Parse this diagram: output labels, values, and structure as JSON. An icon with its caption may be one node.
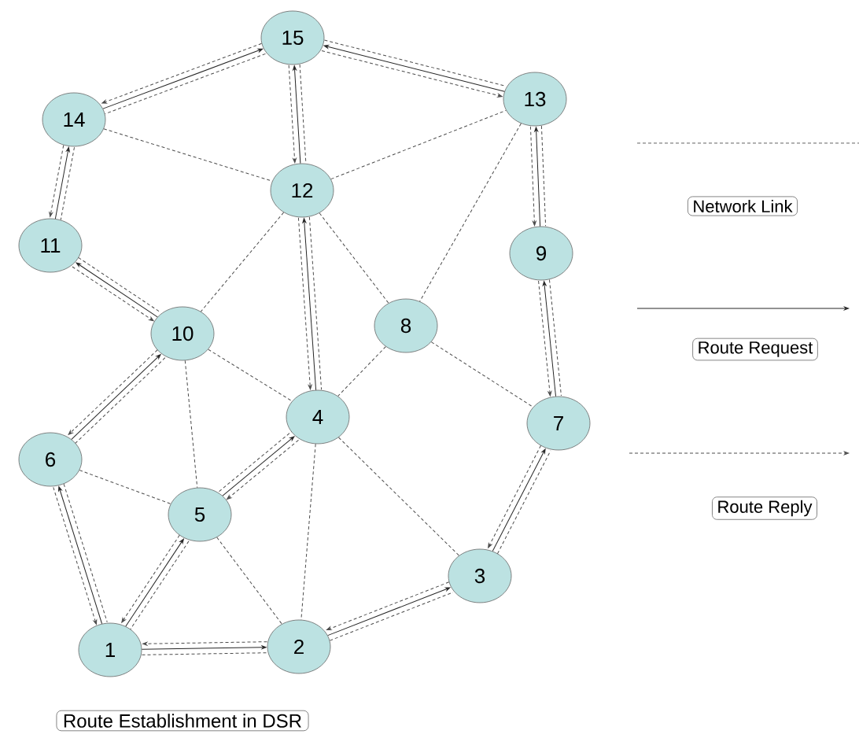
{
  "diagram": {
    "caption": "Route Establishment in DSR",
    "nodes": [
      {
        "text": [
          "1"
        ]
      },
      {
        "text": [
          "2"
        ]
      },
      {
        "text": [
          "3"
        ]
      },
      {
        "text": [
          "4"
        ]
      },
      {
        "text": [
          "5"
        ]
      },
      {
        "text": [
          "6"
        ]
      },
      {
        "text": [
          "7"
        ]
      },
      {
        "text": [
          "8"
        ]
      },
      {
        "text": [
          "9"
        ]
      },
      {
        "text": [
          "10"
        ]
      },
      {
        "text": [
          "11"
        ]
      },
      {
        "text": [
          "12"
        ]
      },
      {
        "text": [
          "13"
        ]
      },
      {
        "text": [
          "14"
        ]
      },
      {
        "text": [
          "15"
        ]
      }
    ],
    "edges": [
      {
        "from": 14,
        "to": 13,
        "arrow": "none",
        "style": "dashed"
      },
      {
        "from": 14,
        "to": 11,
        "arrow": "none",
        "style": "dashed"
      },
      {
        "from": 14,
        "to": 12,
        "arrow": "none",
        "style": "dashed"
      },
      {
        "from": 13,
        "to": 11,
        "arrow": "none",
        "style": "dashed"
      },
      {
        "from": 13,
        "to": 10,
        "arrow": "none",
        "style": "dashed"
      },
      {
        "from": 10,
        "to": 9,
        "arrow": "none",
        "style": "dashed"
      },
      {
        "from": 11,
        "to": 9,
        "arrow": "none",
        "style": "dashed"
      },
      {
        "from": 11,
        "to": 3,
        "arrow": "none",
        "style": "dashed"
      },
      {
        "from": 11,
        "to": 7,
        "arrow": "none",
        "style": "dashed"
      },
      {
        "from": 11,
        "to": 12,
        "arrow": "none",
        "style": "dashed"
      },
      {
        "from": 12,
        "to": 7,
        "arrow": "none",
        "style": "dashed"
      },
      {
        "from": 12,
        "to": 8,
        "arrow": "none",
        "style": "dashed"
      },
      {
        "from": 9,
        "to": 5,
        "arrow": "none",
        "style": "dashed"
      },
      {
        "from": 9,
        "to": 4,
        "arrow": "none",
        "style": "dashed"
      },
      {
        "from": 9,
        "to": 3,
        "arrow": "none",
        "style": "dashed"
      },
      {
        "from": 7,
        "to": 3,
        "arrow": "none",
        "style": "dashed"
      },
      {
        "from": 7,
        "to": 6,
        "arrow": "none",
        "style": "dashed"
      },
      {
        "from": 8,
        "to": 6,
        "arrow": "none",
        "style": "dashed"
      },
      {
        "from": 5,
        "to": 4,
        "arrow": "none",
        "style": "dashed"
      },
      {
        "from": 5,
        "to": 0,
        "arrow": "none",
        "style": "dashed"
      },
      {
        "from": 4,
        "to": 0,
        "arrow": "none",
        "style": "dashed"
      },
      {
        "from": 4,
        "to": 3,
        "arrow": "none",
        "style": "dashed"
      },
      {
        "from": 4,
        "to": 1,
        "arrow": "none",
        "style": "dashed"
      },
      {
        "from": 3,
        "to": 1,
        "arrow": "none",
        "style": "dashed"
      },
      {
        "from": 3,
        "to": 2,
        "arrow": "none",
        "style": "dashed"
      },
      {
        "from": 0,
        "to": 1,
        "arrow": "none",
        "style": "dashed"
      },
      {
        "from": 1,
        "to": 2,
        "arrow": "none",
        "style": "dashed"
      },
      {
        "from": 2,
        "to": 6,
        "arrow": "none",
        "style": "dashed"
      },
      {
        "from": 0,
        "to": 5,
        "arrow": "to"
      },
      {
        "from": 5,
        "to": 9,
        "arrow": "to"
      },
      {
        "from": 9,
        "to": 10,
        "arrow": "to"
      },
      {
        "from": 10,
        "to": 13,
        "arrow": "to"
      },
      {
        "from": 13,
        "to": 14,
        "arrow": "to"
      },
      {
        "from": 0,
        "to": 4,
        "arrow": "to"
      },
      {
        "from": 4,
        "to": 3,
        "arrow": "to"
      },
      {
        "from": 3,
        "to": 11,
        "arrow": "to"
      },
      {
        "from": 11,
        "to": 14,
        "arrow": "to"
      },
      {
        "from": 0,
        "to": 1,
        "arrow": "to"
      },
      {
        "from": 1,
        "to": 2,
        "arrow": "to"
      },
      {
        "from": 2,
        "to": 6,
        "arrow": "to"
      },
      {
        "from": 6,
        "to": 8,
        "arrow": "to"
      },
      {
        "from": 8,
        "to": 12,
        "arrow": "to"
      },
      {
        "from": 12,
        "to": 14,
        "arrow": "to"
      },
      {
        "from": 14,
        "to": 13,
        "arrow": "to",
        "style": "dashed"
      },
      {
        "from": 13,
        "to": 10,
        "arrow": "to",
        "style": "dashed"
      },
      {
        "from": 10,
        "to": 9,
        "arrow": "to",
        "style": "dashed"
      },
      {
        "from": 9,
        "to": 5,
        "arrow": "to",
        "style": "dashed"
      },
      {
        "from": 5,
        "to": 0,
        "arrow": "to",
        "style": "dashed"
      },
      {
        "from": 14,
        "to": 11,
        "arrow": "to",
        "style": "dashed"
      },
      {
        "from": 11,
        "to": 3,
        "arrow": "to",
        "style": "dashed"
      },
      {
        "from": 3,
        "to": 4,
        "arrow": "to",
        "style": "dashed"
      },
      {
        "from": 4,
        "to": 0,
        "arrow": "to",
        "style": "dashed"
      },
      {
        "from": 1,
        "to": 0,
        "arrow": "to",
        "style": "dashed"
      },
      {
        "from": 2,
        "to": 1,
        "arrow": "to",
        "style": "dashed"
      },
      {
        "from": 6,
        "to": 2,
        "arrow": "to",
        "style": "dashed"
      },
      {
        "from": 8,
        "to": 6,
        "arrow": "to",
        "style": "dashed"
      },
      {
        "from": 12,
        "to": 8,
        "arrow": "to",
        "style": "dashed"
      },
      {
        "from": 14,
        "to": 12,
        "arrow": "to",
        "style": "dashed"
      }
    ],
    "legend": [
      {
        "text": "Network Link"
      },
      {
        "text": "Route Request"
      },
      {
        "text": "Route Reply"
      }
    ]
  }
}
